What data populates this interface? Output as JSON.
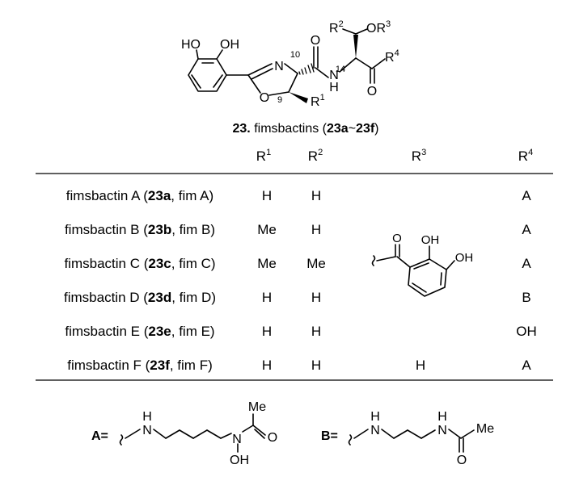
{
  "structure": {
    "atoms": {
      "ho": "HO",
      "oh": "OH",
      "n_ring": "N",
      "o_ring": "O",
      "c9": "9",
      "c10": "10",
      "c14": "14",
      "r1": "R",
      "r1_sup": "1",
      "r2": "R",
      "r2_sup": "2",
      "or3": "OR",
      "or3_sup": "3",
      "r4": "R",
      "r4_sup": "4",
      "nh_n": "N",
      "nh_h": "H",
      "amide_o": "O",
      "ketone_o": "O"
    },
    "caption": {
      "number": "23.",
      "name": "fimsbactins (",
      "start": "23a",
      "tilde": "~",
      "end": "23f",
      "close": ")"
    }
  },
  "table": {
    "headers": [
      {
        "base": "R",
        "sup": "1"
      },
      {
        "base": "R",
        "sup": "2"
      },
      {
        "base": "R",
        "sup": "3"
      },
      {
        "base": "R",
        "sup": "4"
      }
    ],
    "rows": [
      {
        "pre": "fimsbactin A (",
        "code": "23a",
        "post": ", fim A)",
        "r1": "H",
        "r2": "H",
        "r4": "A"
      },
      {
        "pre": "fimsbactin B (",
        "code": "23b",
        "post": ", fim B)",
        "r1": "Me",
        "r2": "H",
        "r4": "A"
      },
      {
        "pre": "fimsbactin C (",
        "code": "23c",
        "post": ", fim C)",
        "r1": "Me",
        "r2": "Me",
        "r4": "A"
      },
      {
        "pre": "fimsbactin D (",
        "code": "23d",
        "post": ", fim D)",
        "r1": "H",
        "r2": "H",
        "r4": "B"
      },
      {
        "pre": "fimsbactin E (",
        "code": "23e",
        "post": ", fim E)",
        "r1": "H",
        "r2": "H",
        "r4": "OH"
      },
      {
        "pre": "fimsbactin F (",
        "code": "23f",
        "post": ", fim F)",
        "r1": "H",
        "r2": "H",
        "r4": "A"
      }
    ],
    "r3_rowF": "H",
    "r3_group": {
      "o": "O",
      "oh1": "OH",
      "oh2": "OH"
    }
  },
  "groups": {
    "a": {
      "label": "A=",
      "nh_h": "H",
      "nh_n": "N",
      "n2": "N",
      "oh": "OH",
      "o": "O",
      "me": "Me"
    },
    "b": {
      "label": "B=",
      "nh1_h": "H",
      "nh1_n": "N",
      "nh2_h": "H",
      "nh2_n": "N",
      "me": "Me",
      "o": "O"
    }
  }
}
